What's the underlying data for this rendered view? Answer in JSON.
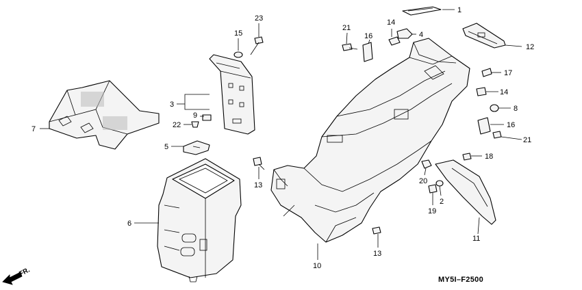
{
  "callouts": [
    {
      "id": "c1",
      "text": "1"
    },
    {
      "id": "c2",
      "text": "2"
    },
    {
      "id": "c3",
      "text": "3"
    },
    {
      "id": "c4",
      "text": "4"
    },
    {
      "id": "c5",
      "text": "5"
    },
    {
      "id": "c6",
      "text": "6"
    },
    {
      "id": "c7",
      "text": "7"
    },
    {
      "id": "c8",
      "text": "8"
    },
    {
      "id": "c9",
      "text": "9"
    },
    {
      "id": "c10",
      "text": "10"
    },
    {
      "id": "c11",
      "text": "11"
    },
    {
      "id": "c12",
      "text": "12"
    },
    {
      "id": "c13a",
      "text": "13"
    },
    {
      "id": "c13b",
      "text": "13"
    },
    {
      "id": "c14a",
      "text": "14"
    },
    {
      "id": "c14b",
      "text": "14"
    },
    {
      "id": "c15",
      "text": "15"
    },
    {
      "id": "c16a",
      "text": "16"
    },
    {
      "id": "c16b",
      "text": "16"
    },
    {
      "id": "c17",
      "text": "17"
    },
    {
      "id": "c18",
      "text": "18"
    },
    {
      "id": "c19",
      "text": "19"
    },
    {
      "id": "c20",
      "text": "20"
    },
    {
      "id": "c21a",
      "text": "21"
    },
    {
      "id": "c21b",
      "text": "21"
    },
    {
      "id": "c22",
      "text": "22"
    },
    {
      "id": "c23",
      "text": "23"
    }
  ],
  "diagram_code": "MY5I–F2500",
  "direction_label": "FR.",
  "colors": {
    "line": "#000000",
    "fill": "#f4f4f4",
    "background": "#ffffff"
  }
}
